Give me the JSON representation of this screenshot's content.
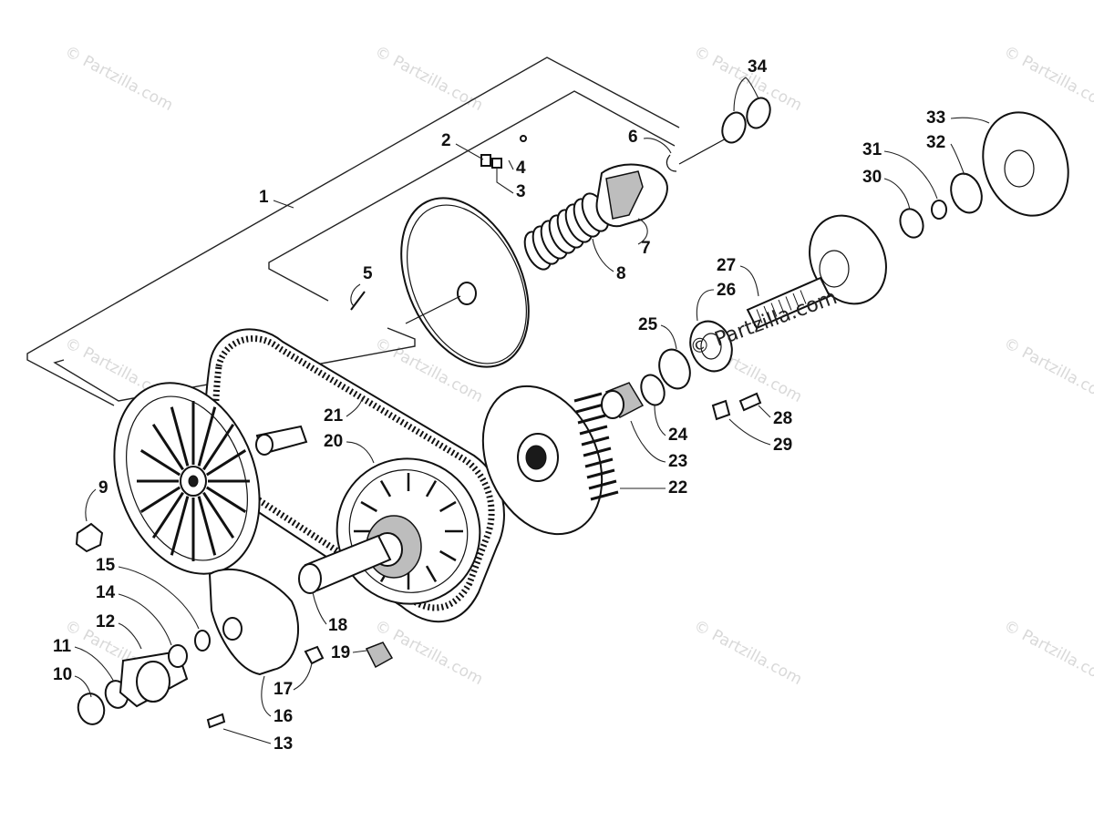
{
  "diagram": {
    "watermark_text": "© Partzilla.com",
    "brand_text": "© Partzilla.com",
    "callouts": [
      "1",
      "2",
      "3",
      "4",
      "5",
      "6",
      "7",
      "8",
      "9",
      "10",
      "11",
      "12",
      "13",
      "14",
      "15",
      "16",
      "17",
      "18",
      "19",
      "20",
      "21",
      "22",
      "23",
      "24",
      "25",
      "26",
      "27",
      "28",
      "29",
      "30",
      "31",
      "32",
      "33",
      "34"
    ]
  }
}
